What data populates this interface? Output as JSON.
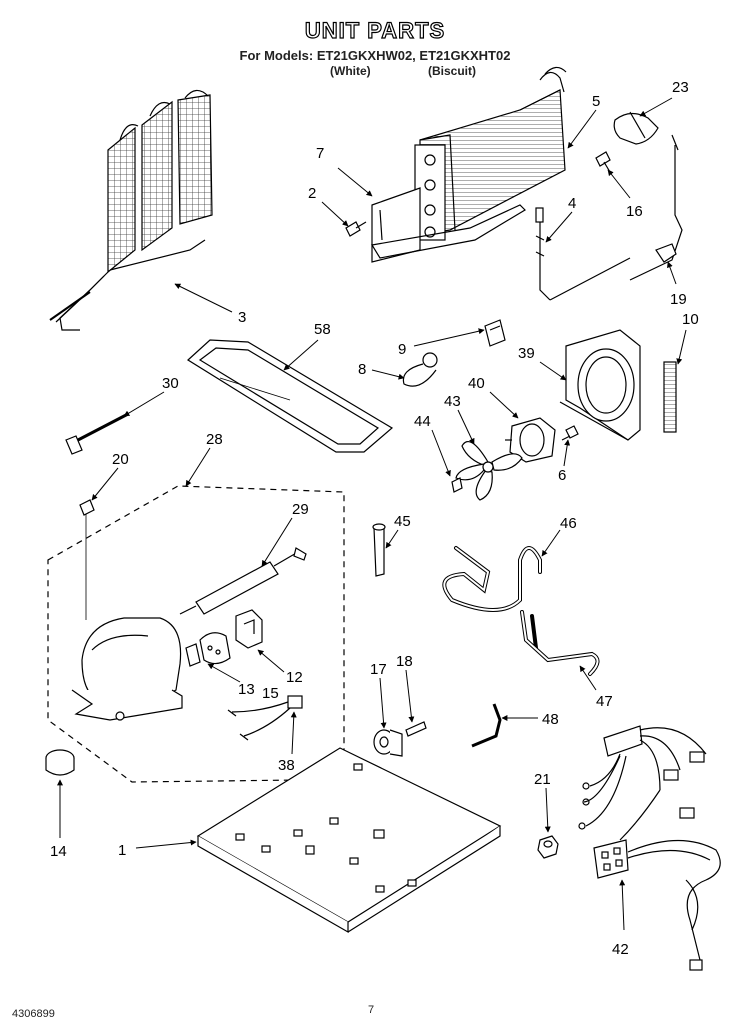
{
  "header": {
    "title": "UNIT PARTS",
    "models_line": "For Models: ET21GKXHW02, ET21GKXHT02",
    "variant_white": "(White)",
    "variant_biscuit": "(Biscuit)"
  },
  "footer": {
    "doc_number": "4306899",
    "page_number": "7"
  },
  "callouts": [
    {
      "id": "c1",
      "label": "1"
    },
    {
      "id": "c2",
      "label": "2"
    },
    {
      "id": "c3",
      "label": "3"
    },
    {
      "id": "c4",
      "label": "4"
    },
    {
      "id": "c5",
      "label": "5"
    },
    {
      "id": "c6",
      "label": "6"
    },
    {
      "id": "c7",
      "label": "7"
    },
    {
      "id": "c8",
      "label": "8"
    },
    {
      "id": "c9",
      "label": "9"
    },
    {
      "id": "c10",
      "label": "10"
    },
    {
      "id": "c12",
      "label": "12"
    },
    {
      "id": "c13",
      "label": "13"
    },
    {
      "id": "c14",
      "label": "14"
    },
    {
      "id": "c15",
      "label": "15"
    },
    {
      "id": "c16",
      "label": "16"
    },
    {
      "id": "c17",
      "label": "17"
    },
    {
      "id": "c18",
      "label": "18"
    },
    {
      "id": "c19",
      "label": "19"
    },
    {
      "id": "c20",
      "label": "20"
    },
    {
      "id": "c21",
      "label": "21"
    },
    {
      "id": "c23",
      "label": "23"
    },
    {
      "id": "c28",
      "label": "28"
    },
    {
      "id": "c29",
      "label": "29"
    },
    {
      "id": "c30",
      "label": "30"
    },
    {
      "id": "c38",
      "label": "38"
    },
    {
      "id": "c39",
      "label": "39"
    },
    {
      "id": "c40",
      "label": "40"
    },
    {
      "id": "c42",
      "label": "42"
    },
    {
      "id": "c43",
      "label": "43"
    },
    {
      "id": "c44",
      "label": "44"
    },
    {
      "id": "c45",
      "label": "45"
    },
    {
      "id": "c46",
      "label": "46"
    },
    {
      "id": "c47",
      "label": "47"
    },
    {
      "id": "c48",
      "label": "48"
    },
    {
      "id": "c58",
      "label": "58"
    }
  ]
}
